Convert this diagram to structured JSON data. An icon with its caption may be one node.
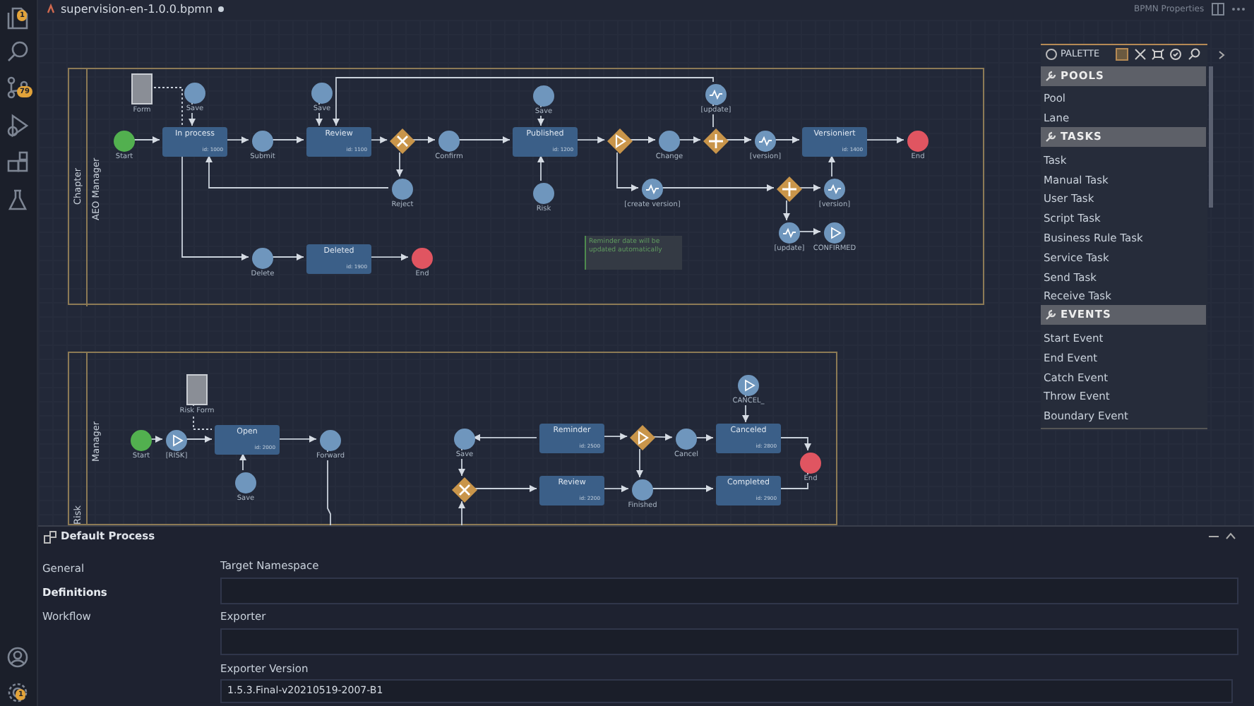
{
  "diagram": {
    "nodes": [
      {
        "text": [
          "Chapter"
        ]
      },
      {
        "text": [
          "AEO Manager"
        ],
        "in": 0
      },
      {
        "text": [
          "Form"
        ],
        "in": 1
      },
      {
        "text": [
          "Save"
        ],
        "in": 1
      },
      {
        "text": [
          "Start"
        ],
        "in": 1
      },
      {
        "text": [
          "In process",
          "id: 1000"
        ],
        "in": 1
      },
      {
        "text": [
          "Submit"
        ],
        "in": 1
      },
      {
        "text": [
          "Save"
        ],
        "in": 1
      },
      {
        "text": [
          "Review",
          "id: 1100"
        ],
        "in": 1
      },
      {
        "text": [],
        "shape": "diamond",
        "in": 1
      },
      {
        "text": [
          "Reject"
        ],
        "in": 1
      },
      {
        "text": [
          "Confirm"
        ],
        "in": 1
      },
      {
        "text": [
          "Save"
        ],
        "in": 1
      },
      {
        "text": [
          "Published",
          "id: 1200"
        ],
        "in": 1
      },
      {
        "text": [
          "Risk"
        ],
        "in": 1
      },
      {
        "text": [],
        "shape": "diamond",
        "in": 1
      },
      {
        "text": [
          "Change"
        ],
        "in": 1
      },
      {
        "text": [],
        "shape": "diamond",
        "in": 1
      },
      {
        "text": [
          "[update]"
        ],
        "in": 1
      },
      {
        "text": [
          "[version]"
        ],
        "in": 1
      },
      {
        "text": [
          "Versioniert",
          "id: 1400"
        ],
        "in": 1
      },
      {
        "text": [
          "End"
        ],
        "in": 1
      },
      {
        "text": [
          "[create version]"
        ],
        "in": 1
      },
      {
        "text": [],
        "shape": "diamond",
        "in": 1
      },
      {
        "text": [
          "[version]"
        ],
        "in": 1
      },
      {
        "text": [
          "[update]"
        ],
        "in": 1
      },
      {
        "text": [
          "CONFIRMED"
        ],
        "in": 1
      },
      {
        "text": [
          "Delete"
        ],
        "in": 1
      },
      {
        "text": [
          "Deleted",
          "id: 1900"
        ],
        "in": 1
      },
      {
        "text": [
          "End"
        ],
        "in": 1
      },
      {
        "text": [
          "Reminder date will be updated automatically"
        ],
        "in": 1
      },
      {
        "text": [
          "Risk"
        ]
      },
      {
        "text": [
          "Manager"
        ],
        "in": 31
      },
      {
        "text": [
          "Risk Form"
        ],
        "in": 32
      },
      {
        "text": [
          "Start"
        ],
        "in": 32
      },
      {
        "text": [
          "[RISK]"
        ],
        "in": 32
      },
      {
        "text": [
          "Open",
          "id: 2000"
        ],
        "in": 32
      },
      {
        "text": [
          "Save"
        ],
        "in": 32
      },
      {
        "text": [
          "Forward"
        ],
        "in": 32
      },
      {
        "text": [
          "Save"
        ],
        "in": 32
      },
      {
        "text": [],
        "shape": "diamond",
        "in": 32
      },
      {
        "text": [
          "Reminder",
          "id: 2500"
        ],
        "in": 32
      },
      {
        "text": [],
        "shape": "diamond",
        "in": 32
      },
      {
        "text": [
          "Cancel"
        ],
        "in": 32
      },
      {
        "text": [
          "Canceled",
          "id: 2800"
        ],
        "in": 32
      },
      {
        "text": [
          "CANCEL_"
        ],
        "in": 32
      },
      {
        "text": [
          "End"
        ],
        "in": 32
      },
      {
        "text": [
          "Review",
          "id: 2200"
        ],
        "in": 32
      },
      {
        "text": [
          "Finished"
        ],
        "in": 32
      },
      {
        "text": [
          "Completed",
          "id: 2900"
        ],
        "in": 32
      }
    ],
    "edges": [
      {
        "from": 2,
        "to": 5,
        "arrow": "none",
        "style": "dashed"
      },
      {
        "from": 3,
        "to": 5,
        "arrow": "to"
      },
      {
        "from": 4,
        "to": 5,
        "arrow": "to"
      },
      {
        "from": 5,
        "to": 6,
        "arrow": "to"
      },
      {
        "from": 6,
        "to": 8,
        "arrow": "to"
      },
      {
        "from": 7,
        "to": 8,
        "arrow": "to"
      },
      {
        "from": 8,
        "to": 9,
        "arrow": "to"
      },
      {
        "from": 9,
        "to": 11,
        "arrow": "to"
      },
      {
        "from": 9,
        "to": 10,
        "arrow": "to"
      },
      {
        "from": 10,
        "to": 5,
        "arrow": "to"
      },
      {
        "from": 11,
        "to": 13,
        "arrow": "to"
      },
      {
        "from": 5,
        "to": 27,
        "arrow": "to"
      },
      {
        "from": 27,
        "to": 28,
        "arrow": "to"
      },
      {
        "from": 28,
        "to": 29,
        "arrow": "to"
      },
      {
        "from": 12,
        "to": 13,
        "arrow": "to"
      },
      {
        "from": 14,
        "to": 13,
        "arrow": "to"
      },
      {
        "from": 13,
        "to": 15,
        "arrow": "to"
      },
      {
        "from": 15,
        "to": 16,
        "arrow": "to"
      },
      {
        "from": 16,
        "to": 17,
        "arrow": "to"
      },
      {
        "from": 17,
        "to": 18,
        "arrow": "to"
      },
      {
        "from": 18,
        "to": 8,
        "arrow": "to"
      },
      {
        "from": 17,
        "to": 19,
        "arrow": "to"
      },
      {
        "from": 19,
        "to": 20,
        "arrow": "to"
      },
      {
        "from": 20,
        "to": 21,
        "arrow": "to"
      },
      {
        "from": 15,
        "to": 22,
        "arrow": "to"
      },
      {
        "from": 22,
        "to": 23,
        "arrow": "to"
      },
      {
        "from": 23,
        "to": 24,
        "arrow": "to"
      },
      {
        "from": 24,
        "to": 20,
        "arrow": "to"
      },
      {
        "from": 23,
        "to": 25,
        "arrow": "to"
      },
      {
        "from": 25,
        "to": 26,
        "arrow": "to"
      },
      {
        "from": 33,
        "to": 36,
        "arrow": "none",
        "style": "dashed"
      },
      {
        "from": 34,
        "to": 35,
        "arrow": "to"
      },
      {
        "from": 35,
        "to": 36,
        "arrow": "to"
      },
      {
        "from": 36,
        "to": 38,
        "arrow": "to"
      },
      {
        "from": 37,
        "to": 36,
        "arrow": "to"
      },
      {
        "from": 38,
        "to": null,
        "arrow": "none"
      },
      {
        "from": null,
        "to": 40,
        "arrow": "to"
      },
      {
        "from": 39,
        "to": 40,
        "arrow": "to"
      },
      {
        "from": 40,
        "to": 47,
        "arrow": "to"
      },
      {
        "from": 41,
        "to": 39,
        "arrow": "to"
      },
      {
        "from": 41,
        "to": 42,
        "arrow": "to"
      },
      {
        "from": 42,
        "to": 43,
        "arrow": "to"
      },
      {
        "from": 43,
        "to": 44,
        "arrow": "to"
      },
      {
        "from": 42,
        "to": 48,
        "arrow": "to"
      },
      {
        "from": 47,
        "to": 48,
        "arrow": "to"
      },
      {
        "from": 48,
        "to": 49,
        "arrow": "to"
      },
      {
        "from": 45,
        "to": 44,
        "arrow": "to"
      },
      {
        "from": 44,
        "to": 46,
        "arrow": "to"
      },
      {
        "from": 49,
        "to": 46,
        "arrow": "to"
      }
    ],
    "labels": [
      "1",
      "79",
      "supervision-en-1.0.0.bpmn",
      "BPMN Properties",
      "PALETTE",
      "POOLS",
      "Pool",
      "Lane",
      "TASKS",
      "Task",
      "Manual Task",
      "User Task",
      "Script Task",
      "Business Rule Task",
      "Service Task",
      "Send Task",
      "Receive Task",
      "EVENTS",
      "Start Event",
      "End Event",
      "Catch Event",
      "Throw Event",
      "Boundary Event",
      "Default Process",
      "General",
      "Definitions",
      "Workflow",
      "Target Namespace",
      "Exporter",
      "Exporter Version",
      "1.5.3.Final-v20210519-2007-B1",
      "1"
    ]
  }
}
